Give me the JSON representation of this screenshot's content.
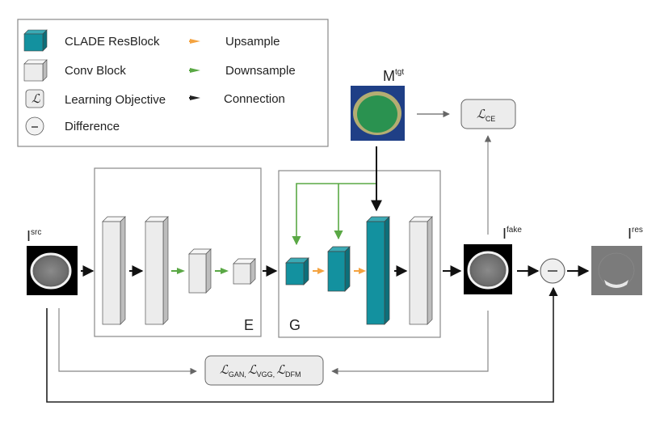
{
  "legend": {
    "items": [
      {
        "icon": "teal-cube-icon",
        "label": "CLADE ResBlock"
      },
      {
        "icon": "gray-cube-icon",
        "label": "Conv Block"
      },
      {
        "icon": "loss-box-icon",
        "label": "Learning Objective",
        "glyph": "ℒ"
      },
      {
        "icon": "minus-circle-icon",
        "label": "Difference"
      }
    ],
    "arrows": [
      {
        "icon": "orange-arrow-icon",
        "label": "Upsample",
        "color": "#f4a340"
      },
      {
        "icon": "green-arrow-icon",
        "label": "Downsample",
        "color": "#5aa845"
      },
      {
        "icon": "black-arrow-icon",
        "label": "Connection",
        "color": "#222222"
      }
    ]
  },
  "nodes": {
    "src": {
      "base": "I",
      "sup": "src"
    },
    "mask": {
      "base": "M",
      "sup": "tgt"
    },
    "fake": {
      "base": "I",
      "sup": "fake"
    },
    "res": {
      "base": "I",
      "sup": "res"
    },
    "encoder_label": "E",
    "generator_label": "G",
    "diff_glyph": "−"
  },
  "losses": {
    "ce": {
      "glyph": "ℒ",
      "sub": "CE"
    },
    "main": [
      {
        "glyph": "ℒ",
        "sub": "GAN",
        "sep": ","
      },
      {
        "glyph": "ℒ",
        "sub": "VGG",
        "sep": ","
      },
      {
        "glyph": "ℒ",
        "sub": "DFM",
        "sep": ""
      }
    ]
  },
  "colors": {
    "teal": "#13919f",
    "teal_top": "#3aaab5",
    "teal_side": "#0d6f7a",
    "gray_front": "#ececec",
    "gray_top": "#f6f6f6",
    "gray_side": "#bdbdbd",
    "upsample": "#f4a340",
    "downsample": "#5aa845",
    "mask_bg": "#1f3f86",
    "mask_ring": "#b4ad72",
    "mask_fill": "#2a9250"
  }
}
